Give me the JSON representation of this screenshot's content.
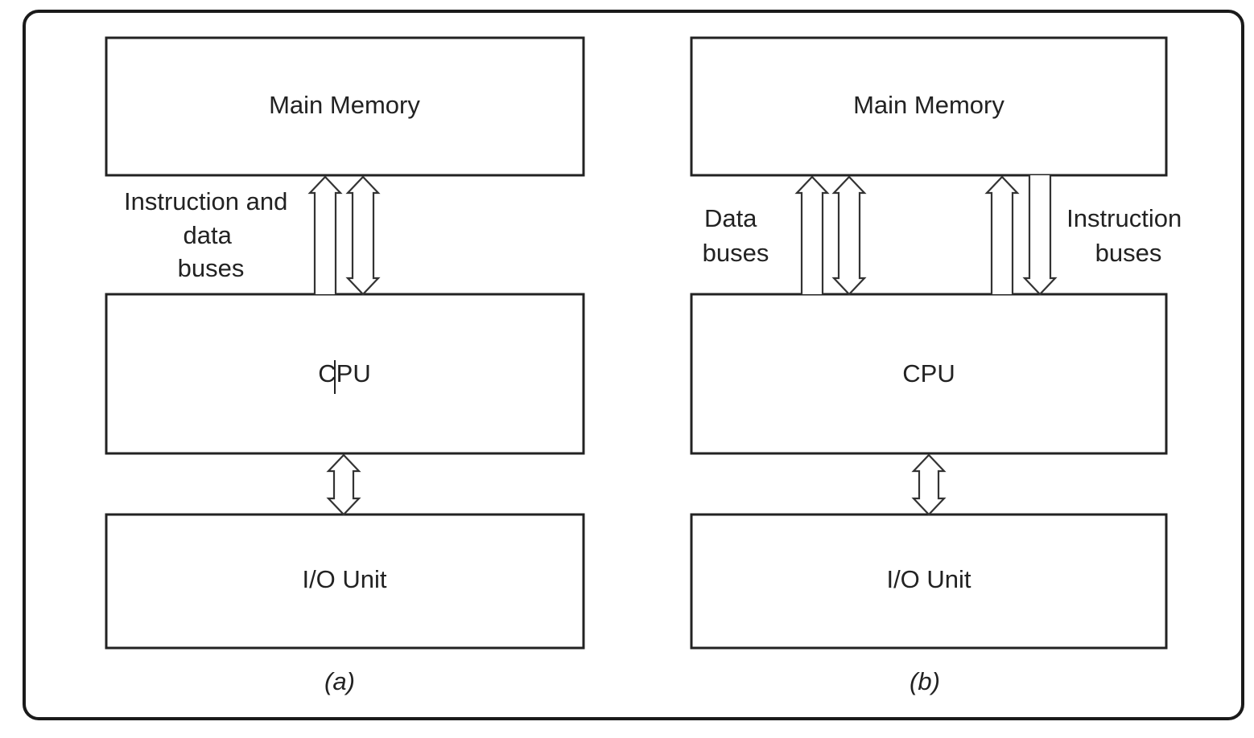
{
  "panel_a": {
    "memory_label": "Main Memory",
    "cpu_label": "CPU",
    "io_label": "I/O Unit",
    "bus_label_lines": [
      "Instruction and",
      "data",
      "buses"
    ],
    "caption": "(a)"
  },
  "panel_b": {
    "memory_label": "Main Memory",
    "cpu_label": "CPU",
    "io_label": "I/O Unit",
    "data_bus_label_lines": [
      "Data",
      "buses"
    ],
    "instruction_bus_label_lines": [
      "Instruction",
      "buses"
    ],
    "caption": "(b)"
  }
}
